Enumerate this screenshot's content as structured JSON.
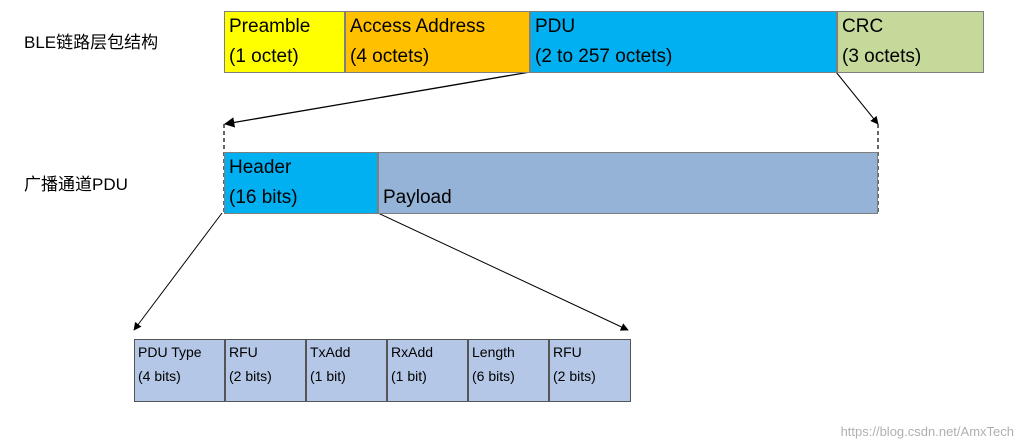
{
  "labels": {
    "ble_packet": "BLE链路层包结构",
    "adv_pdu": "广播通道PDU"
  },
  "packet_fields": [
    {
      "name": "Preamble",
      "size": "(1 octet)",
      "color": "#ffff00"
    },
    {
      "name": "Access Address",
      "size": "(4 octets)",
      "color": "#ffc000"
    },
    {
      "name": "PDU",
      "size": "(2 to 257 octets)",
      "color": "#00b0f0"
    },
    {
      "name": "CRC",
      "size": "(3 octets)",
      "color": "#c5d99b"
    }
  ],
  "pdu_fields": [
    {
      "name": "Header",
      "size": "(16 bits)",
      "color": "#00b0f0"
    },
    {
      "name": "",
      "size": "Payload",
      "color": "#95b3d7"
    }
  ],
  "header_fields": [
    {
      "name": "PDU Type",
      "size": "(4 bits)"
    },
    {
      "name": "RFU",
      "size": "(2 bits)"
    },
    {
      "name": "TxAdd",
      "size": "(1 bit)"
    },
    {
      "name": "RxAdd",
      "size": "(1 bit)"
    },
    {
      "name": "Length",
      "size": "(6 bits)"
    },
    {
      "name": "RFU",
      "size": "(2 bits)"
    }
  ],
  "watermark": "https://blog.csdn.net/AmxTech"
}
